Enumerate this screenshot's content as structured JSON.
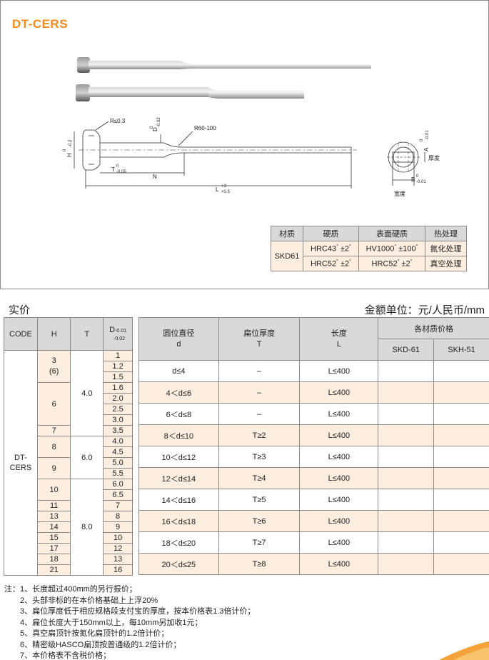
{
  "title": "DT-CERS",
  "drawing": {
    "r_head": "R≤0.3",
    "d_label": "D",
    "d_tol_top": "0",
    "d_tol_bot": "-0.02",
    "r60": "R60-100",
    "h_label": "H",
    "h_tol_top": "0",
    "h_tol_bot": "-0.2",
    "t_label": "T",
    "t_tol_top": "0",
    "t_tol_bot": "-0.05",
    "n_label": "N",
    "l_label": "L",
    "l_tol_top": "+3",
    "l_tol_bot": "+0.5",
    "a_label": "A",
    "a_tol_top": "0",
    "a_tol_bot": "-0.01",
    "thickness": "厚度",
    "b_label": "B",
    "b_tol_top": "0",
    "b_tol_bot": "-0.01",
    "width": "宽度"
  },
  "material_table": {
    "headers": [
      "材质",
      "硬质",
      "表面硬质",
      "热处理"
    ],
    "material": "SKD61",
    "rows": [
      {
        "hardness": "HRC43",
        "hardness_tol": "±2",
        "surface": "HV1000",
        "surface_tol": "±100",
        "treatment": "氮化处理"
      },
      {
        "hardness": "HRC52",
        "hardness_tol": "±2",
        "surface": "HRC52",
        "surface_tol": "±2",
        "treatment": "真空处理"
      }
    ]
  },
  "price_label": "实价",
  "unit_label": "金额单位：元/人民币/mm",
  "left_table": {
    "headers": {
      "code": "CODE",
      "h": "H",
      "t": "T",
      "d": "D",
      "d_tol_top": "-0.01",
      "d_tol_bot": "-0.02"
    },
    "code": "DT-CERS",
    "h_values": [
      "3",
      "(6)",
      "6",
      "7",
      "8",
      "9",
      "10",
      "11",
      "13",
      "14",
      "15",
      "17",
      "18",
      "21"
    ],
    "t_values": [
      "4.0",
      "6.0",
      "8.0"
    ],
    "d_values": [
      "1",
      "1.2",
      "1.5",
      "1.6",
      "2.0",
      "2.5",
      "3.0",
      "3.5",
      "4.0",
      "4.5",
      "5.0",
      "5.5",
      "6.0",
      "6.5",
      "7",
      "8",
      "9",
      "10",
      "12",
      "13",
      "16"
    ]
  },
  "right_table": {
    "headers": {
      "d_col": "圆位直径",
      "d_sym": "d",
      "t_col": "扁位厚度",
      "t_sym": "T",
      "l_col": "长度",
      "l_sym": "L",
      "price": "各材质价格",
      "skd": "SKD-61",
      "skh": "SKH-51"
    },
    "rows": [
      {
        "d": "d≤4",
        "t": "–",
        "l": "L≤400"
      },
      {
        "d": "4＜d≤6",
        "t": "–",
        "l": "L≤400"
      },
      {
        "d": "6＜d≤8",
        "t": "–",
        "l": "L≤400"
      },
      {
        "d": "8＜d≤10",
        "t": "T≥2",
        "l": "L≤400"
      },
      {
        "d": "10＜d≤12",
        "t": "T≥3",
        "l": "L≤400"
      },
      {
        "d": "12＜d≤14",
        "t": "T≥4",
        "l": "L≤400"
      },
      {
        "d": "14＜d≤16",
        "t": "T≥5",
        "l": "L≤400"
      },
      {
        "d": "16＜d≤18",
        "t": "T≥6",
        "l": "L≤400"
      },
      {
        "d": "18＜d≤20",
        "t": "T≥7",
        "l": "L≤400"
      },
      {
        "d": "20＜d≤25",
        "t": "T≥8",
        "l": "L≤400"
      }
    ]
  },
  "notes": {
    "prefix": "注：",
    "items": [
      "1、长度超过400mm的另行报价；",
      "2、头部非标的在本价格基础上上浮20%",
      "3、扁位厚度低于相应规格段支付宝的厚度，按本价格表1.3倍计价；",
      "4、扁位长度大于150mm以上，每10mm另加收1元；",
      "5、真空扁顶针按氮化扁顶针的1.2倍计价；",
      "6、精密级HASCO扁顶按普通级的1.2倍计价；",
      "7、本价格表不含税价格；"
    ]
  },
  "colors": {
    "title": "#f28c1e",
    "row_highlight": "#fdeee0",
    "header_bg": "#d9d9d9"
  }
}
